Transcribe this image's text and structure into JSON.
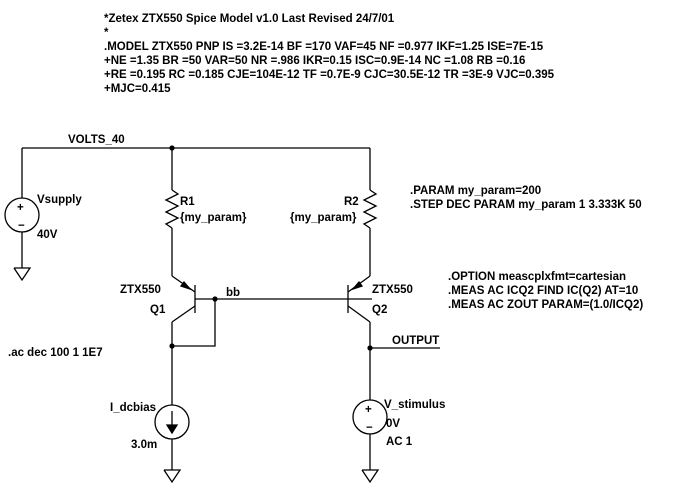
{
  "model_lines": [
    "*Zetex ZTX550 Spice Model v1.0 Last Revised 24/7/01",
    "*",
    ".MODEL ZTX550 PNP IS =3.2E-14 BF =170 VAF=45 NF =0.977 IKF=1.25 ISE=7E-15",
    "+NE =1.35 BR =50 VAR=50 NR =.986 IKR=0.15 ISC=0.9E-14 NC =1.08 RB =0.16",
    "+RE =0.195 RC =0.185 CJE=104E-12 TF =0.7E-9 CJC=30.5E-12 TR =3E-9 VJC=0.395",
    "+MJC=0.415"
  ],
  "nets": {
    "supply": "VOLTS_40",
    "base": "bb",
    "output": "OUTPUT"
  },
  "components": {
    "vsupply": {
      "name": "Vsupply",
      "value": "40V"
    },
    "r1": {
      "name": "R1",
      "value": "{my_param}"
    },
    "r2": {
      "name": "R2",
      "value": "{my_param}"
    },
    "q1": {
      "name": "Q1",
      "model": "ZTX550"
    },
    "q2": {
      "name": "Q2",
      "model": "ZTX550"
    },
    "i_dcbias": {
      "name": "I_dcbias",
      "value": "3.0m"
    },
    "v_stimulus": {
      "name": "V_stimulus",
      "value": "0V",
      "ac": "AC 1"
    }
  },
  "directives": {
    "param": ".PARAM  my_param=200",
    "step": ".STEP  DEC  PARAM  my_param  1  3.333K  50",
    "option": ".OPTION  meascplxfmt=cartesian",
    "meas1": ".MEAS  AC  ICQ2  FIND IC(Q2)  AT=10",
    "meas2": ".MEAS  AC  ZOUT  PARAM=(1.0/ICQ2)",
    "ac": ".ac dec 100 1 1E7"
  }
}
